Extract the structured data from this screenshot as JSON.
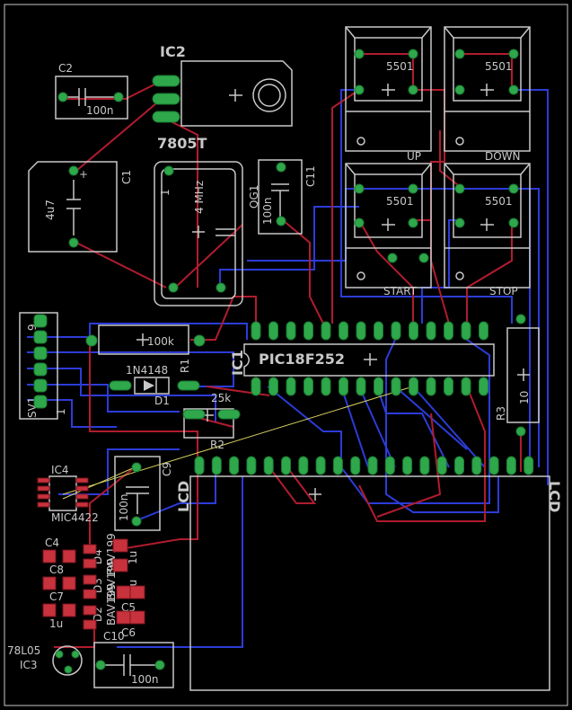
{
  "title": "",
  "colors": {
    "background": "#000000",
    "outline": "#c8c8c8",
    "top_trace": "#b01c2e",
    "bottom_trace": "#2c3cd8",
    "pad": "#2ea84a",
    "smd_pad": "#c8323c",
    "airwire": "#d8d060"
  },
  "components": {
    "ic2": {
      "name": "IC2",
      "value": "7805T"
    },
    "c2": {
      "name": "C2",
      "value": "100n"
    },
    "c1": {
      "name": "C1",
      "value": "4u7"
    },
    "qg1": {
      "name": "QG1",
      "value": "4 MHz",
      "pin1": "1"
    },
    "c11": {
      "name": "C11",
      "value": "100n"
    },
    "sw_up": {
      "value": "5501",
      "label": "UP"
    },
    "sw_down": {
      "value": "5501",
      "label": "DOWN"
    },
    "sw_start": {
      "value": "5501",
      "label": "START"
    },
    "sw_stop": {
      "value": "5501",
      "label": "STOP"
    },
    "sv1": {
      "name": "SV1",
      "pin_top": "9",
      "pin_bottom": "1"
    },
    "r1": {
      "name": "R1",
      "value": "100k"
    },
    "d1": {
      "name": "D1",
      "value": "1N4148"
    },
    "r2": {
      "name": "R2",
      "value": "25k"
    },
    "ic1": {
      "name": "IC1",
      "value": "PIC18F252"
    },
    "r3": {
      "name": "R3",
      "value": "10"
    },
    "ic4": {
      "name": "IC4",
      "value": "MIC4422"
    },
    "c9": {
      "name": "C9",
      "value": "100n"
    },
    "lcd": {
      "name": "LCD",
      "label_right": "LCD"
    },
    "c4": {
      "name": "C4"
    },
    "c8": {
      "name": "C8"
    },
    "c7": {
      "name": "C7"
    },
    "c5": {
      "name": "C5"
    },
    "c6": {
      "name": "C6"
    },
    "d4": {
      "name": "D4",
      "value": "BAV199"
    },
    "d3": {
      "name": "D3",
      "value": "BAV199"
    },
    "d2": {
      "name": "D2",
      "value": "BAV199"
    },
    "cap_1u_a": {
      "value": "1u"
    },
    "cap_1u_b": {
      "value": "1u"
    },
    "cap_1u_c": {
      "value": "1u"
    },
    "ic3": {
      "name": "IC3",
      "value": "78L05"
    },
    "c10": {
      "name": "C10",
      "value": "100n"
    }
  }
}
